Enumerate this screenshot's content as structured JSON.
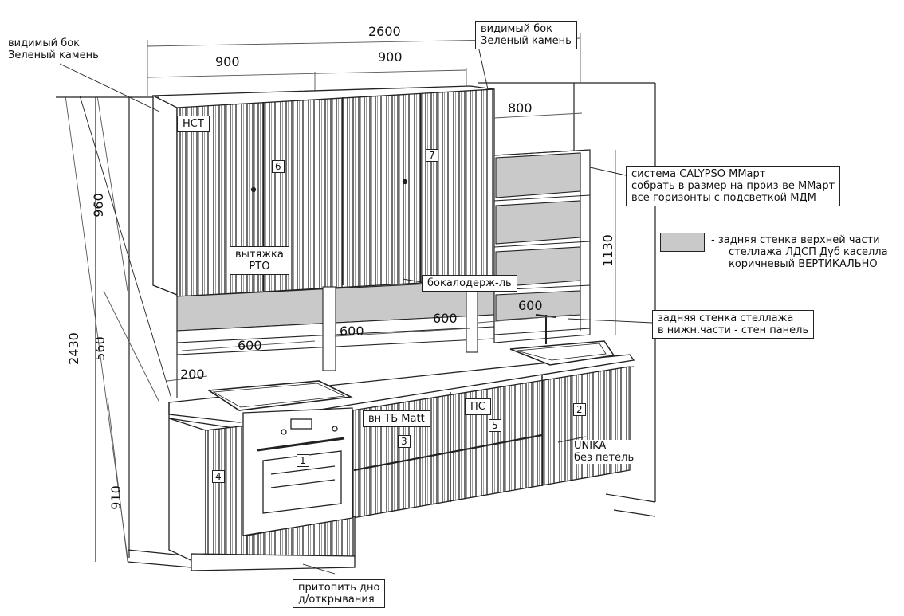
{
  "dimensions": {
    "total_width": "2600",
    "upper_left_width": "900",
    "upper_right_width": "900",
    "shelf_width": "800",
    "total_height": "2430",
    "upper_height": "960",
    "backsplash_height": "560",
    "base_height": "910",
    "shelf_height": "1130",
    "gap_200": "200",
    "niche_600_a": "600",
    "niche_600_b": "600",
    "niche_600_c": "600",
    "niche_600_d": "600"
  },
  "notes": {
    "left_side": {
      "line1": "видимый бок",
      "line2": "Зеленый камень"
    },
    "top_side": {
      "line1": "видимый бок",
      "line2": "Зеленый камень"
    },
    "calypso": {
      "line1": "система CALYPSO ММарт",
      "line2": "собрать в размер на произ-ве ММарт",
      "line3": "все горизонты с подсветкой МДМ"
    },
    "legend": {
      "line1": "- задняя стенка верхней части",
      "line2": "стеллажа ЛДСП Дуб каселла",
      "line3": "коричневый ВЕРТИКАЛЬНО"
    },
    "lower_back": {
      "line1": "задняя стенка стеллажа",
      "line2": "в нижн.части - стен панель"
    },
    "hood": {
      "line1": "вытяжка",
      "line2": "РТО"
    },
    "glass_holder": "бокалодерж-ль",
    "nst": "НСТ",
    "ps": "ПС",
    "handle": "вн ТБ Matt",
    "unika": {
      "line1": "UNIKA",
      "line2": "без петель"
    },
    "bottom": {
      "line1": "притопить дно",
      "line2": "д/открывания"
    }
  },
  "markers": [
    "1",
    "2",
    "3",
    "4",
    "5",
    "6",
    "7"
  ],
  "colors": {
    "line": "#1a1a1a",
    "shelf_back": "#c9c9c9",
    "dim_line": "#555555"
  }
}
